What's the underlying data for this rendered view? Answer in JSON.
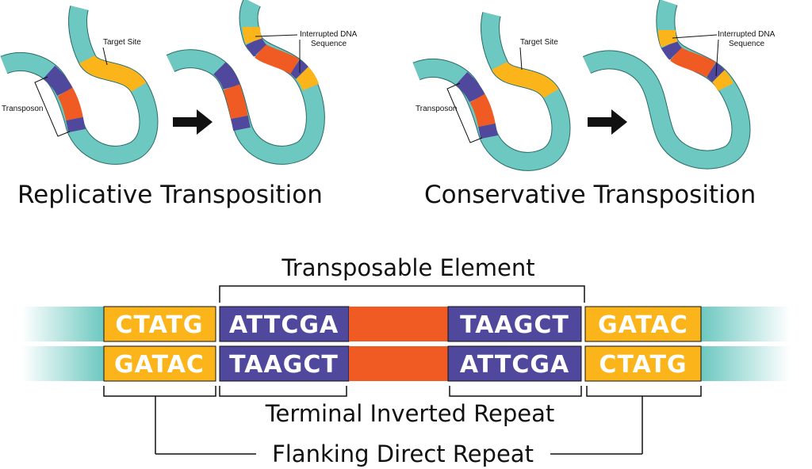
{
  "colors": {
    "teal": "#6cc8c0",
    "orange": "#fbb41a",
    "red": "#f05a23",
    "purple": "#50489c",
    "black": "#111111"
  },
  "labels": {
    "transposon": "Transposon",
    "target_site": "Target Site",
    "interrupted_1": "Interrupted DNA",
    "interrupted_2": "Sequence",
    "replicative": "Replicative Transposition",
    "conservative": "Conservative Transposition",
    "transposable_element": "Transposable Element",
    "terminal_inverted_repeat": "Terminal Inverted Repeat",
    "flanking_direct_repeat": "Flanking Direct Repeat"
  },
  "top_strand": [
    "CTATG",
    "ATTCGA",
    "TAAGCT",
    "GATAC"
  ],
  "bottom_strand": [
    "GATAC",
    "TAAGCT",
    "ATTCGA",
    "CTATG"
  ]
}
